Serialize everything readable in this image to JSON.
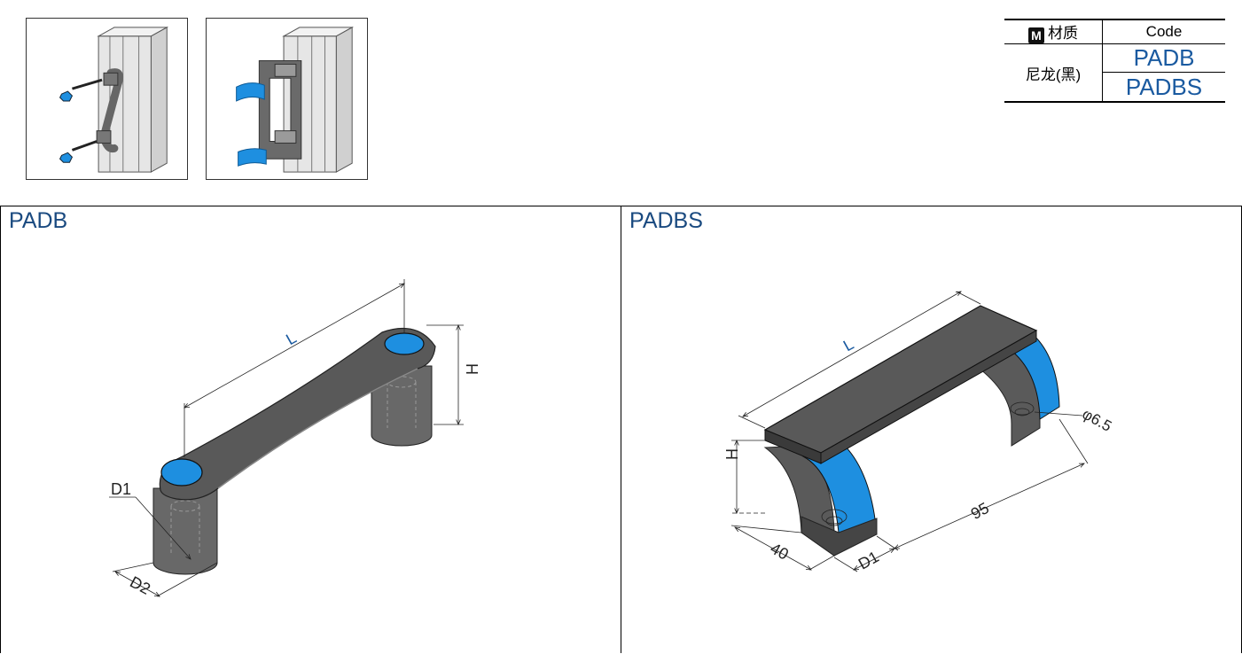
{
  "spec_table": {
    "material_header": "材质",
    "material_icon": "M",
    "code_header": "Code",
    "material": "尼龙(黑)",
    "codes": [
      "PADB",
      "PADBS"
    ]
  },
  "panels": {
    "left": {
      "title": "PADB",
      "labels": {
        "length": "L",
        "height": "H",
        "d1": "D1",
        "d2": "D2"
      }
    },
    "right": {
      "title": "PADBS",
      "labels": {
        "length": "L",
        "height": "H",
        "d1": "D1",
        "width": "40",
        "pitch": "95",
        "hole": "φ6.5"
      }
    }
  },
  "colors": {
    "accent_blue": "#1e8fe0",
    "handle_gray": "#5a5a5a",
    "title_blue": "#1a4a80",
    "code_blue": "#1a5aa0"
  }
}
